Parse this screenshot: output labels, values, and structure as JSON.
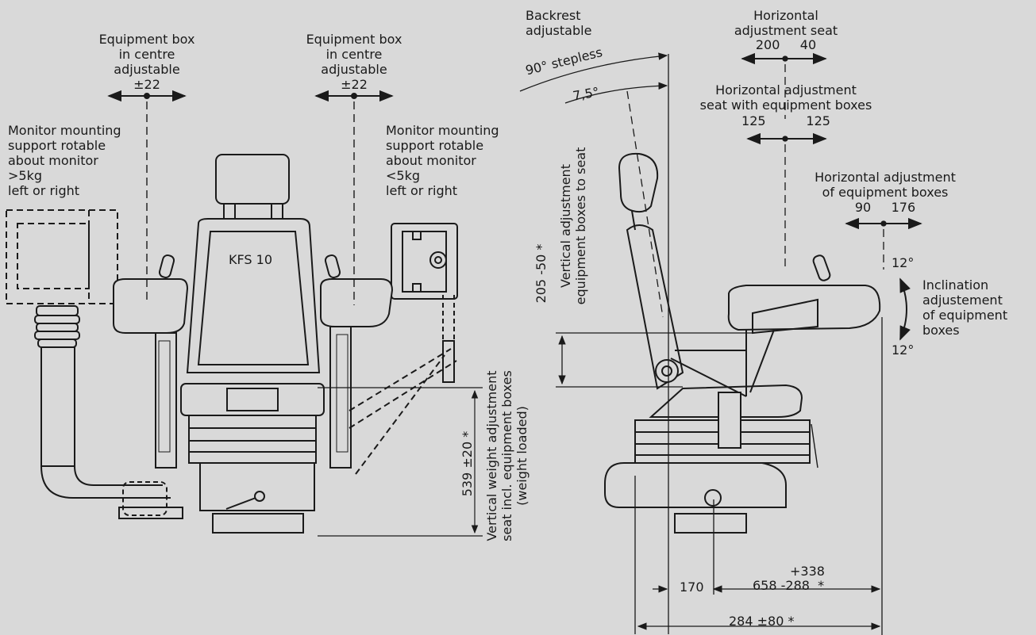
{
  "labels": {
    "box_left": "Equipment box\nin centre\nadjustable\n±22",
    "box_right": "Equipment box\nin centre\nadjustable\n±22",
    "monitor_heavy": "Monitor mounting\nsupport rotable\nabout monitor\n>5kg\nleft or right",
    "monitor_light": "Monitor mounting\nsupport rotable\nabout monitor\n<5kg\nleft or right",
    "seat_model": "KFS 10",
    "vertical_weight": "Vertical weight adjustment\nseat incl. equipment boxes\n(weight loaded)",
    "dim_539": "539 ±20 *",
    "backrest": "Backrest\nadjustable",
    "stepless": "90° stepless",
    "angle_75": "7,5°",
    "horiz_seat": "Horizontal\nadjustment seat",
    "horiz_seat_vals": "200     40",
    "horiz_boxes_seat": "Horizontal adjustment\nseat with equipment boxes",
    "horiz_boxes_seat_vals": "125          125",
    "horiz_boxes": "Horizontal adjustment\nof equipment boxes",
    "horiz_boxes_vals": "90     176",
    "vertical_boxes": "Vertical adjustment\nequipment boxes to seat",
    "dim_205": "205 -50 *",
    "angle_top": "12°",
    "angle_bottom": "12°",
    "inclination": "Inclination\nadjustement\nof equipment\nboxes",
    "dim_170": "170",
    "dim_338": "+338",
    "dim_658": "658 -288  *",
    "dim_284": "284 ±80 *"
  }
}
